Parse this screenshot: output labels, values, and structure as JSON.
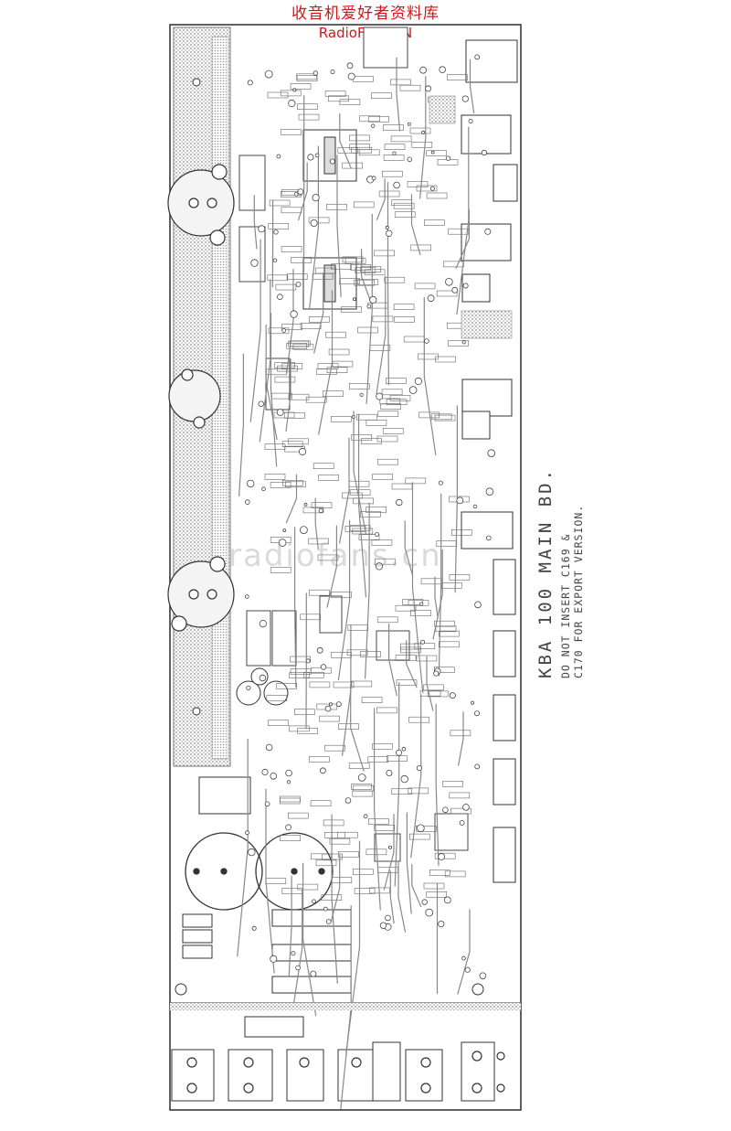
{
  "header": {
    "site_name": "收音机爱好者资料库",
    "site_url": "RadioFans.CN"
  },
  "board": {
    "title": "KBA 100 MAIN BD.",
    "note_line1": "DO NOT INSERT C169 &",
    "note_line2": "C170 FOR EXPORT VERSION."
  },
  "watermark": "radiofans.cn",
  "colors": {
    "header_red": "#d4141b",
    "trace": "#6b6b6b",
    "copper_fill": "#cfcfcf",
    "outline": "#3a3a3a"
  }
}
